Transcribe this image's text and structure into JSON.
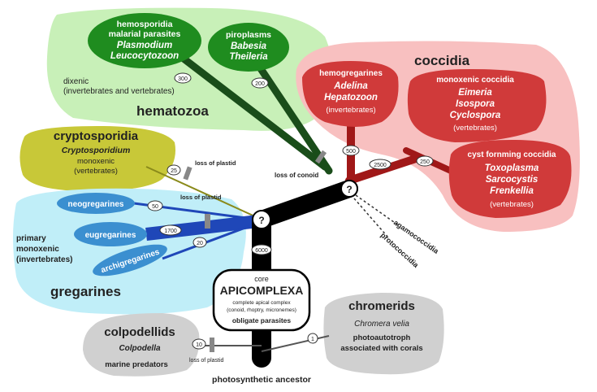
{
  "central": {
    "core_label": "core",
    "title": "APICOMPLEXA",
    "line1": "complete apical complex",
    "line2": "(conoid, rhoptry, micronemes)",
    "line3": "obligate parasites"
  },
  "root_label": "photosynthetic ancestor",
  "question_mark": "?",
  "hematozoa": {
    "title": "hematozoa",
    "dixenic_line1": "dixenic",
    "dixenic_line2": "(invertebrates and vertebrates)",
    "hemosporidia": {
      "line1": "hemosporidia",
      "line2": "malarial parasites",
      "genus1": "Plasmodium",
      "genus2": "Leucocytozoon",
      "count": "300"
    },
    "piroplasms": {
      "line1": "piroplasms",
      "genus1": "Babesia",
      "genus2": "Theileria",
      "count": "200"
    }
  },
  "coccidia": {
    "title": "coccidia",
    "hemogregarines": {
      "line1": "hemogregarines",
      "genus1": "Adelina",
      "genus2": "Hepatozoon",
      "host": "(invertebrates)",
      "count": "500"
    },
    "monoxenic": {
      "line1": "monoxenic coccidia",
      "genus1": "Eimeria",
      "genus2": "Isospora",
      "genus3": "Cyclospora",
      "host": "(vertebrates)",
      "count": "2500"
    },
    "cyst": {
      "line1": "cyst fornming coccidia",
      "genus1": "Toxoplasma",
      "genus2": "Sarcocystis",
      "genus3": "Frenkellia",
      "host": "(vertebrates)",
      "count": "250"
    }
  },
  "agamococcidia": "agamococcidia",
  "protococcidia": "protococcidia",
  "loss_of_conoid": "loss of conoid",
  "cryptosporidia": {
    "title": "cryptosporidia",
    "genus": "Cryptosporidium",
    "line1": "monoxenic",
    "line2": "(vertebrates)",
    "count": "25",
    "loss": "loss of plastid"
  },
  "gregarines": {
    "title": "gregarines",
    "host_line1": "primary",
    "host_line2": "monoxenic",
    "host_line3": "(invertebrates)",
    "neo": {
      "label": "neogregarines",
      "count": "50",
      "loss": "loss of plastid"
    },
    "eu": {
      "label": "eugregarines",
      "count": "1700"
    },
    "archi": {
      "label": "archigregarines",
      "count": "20"
    }
  },
  "total_count": "6000",
  "colpodellids": {
    "title": "colpodellids",
    "genus": "Colpodella",
    "desc": "marine predators",
    "count": "10",
    "loss": "loss of plastid"
  },
  "chromerids": {
    "title": "chromerids",
    "genus": "Chromera velia",
    "line1": "photoautotroph",
    "line2": "associated with corals",
    "count": "1"
  },
  "colors": {
    "hematozoa_bg": "#c8f0b8",
    "hematozoa_node": "#1f8c1f",
    "hematozoa_branch": "#1a4d1a",
    "coccidia_bg": "#f8c0c0",
    "coccidia_node": "#d03a3a",
    "coccidia_branch": "#a01818",
    "crypto_bg": "#c8c838",
    "gregarine_bg": "#c0eef8",
    "gregarine_node": "#3b8fd0",
    "gregarine_branch": "#1f47b8",
    "grey_bg": "#d0d0d0",
    "trunk": "#000000"
  }
}
